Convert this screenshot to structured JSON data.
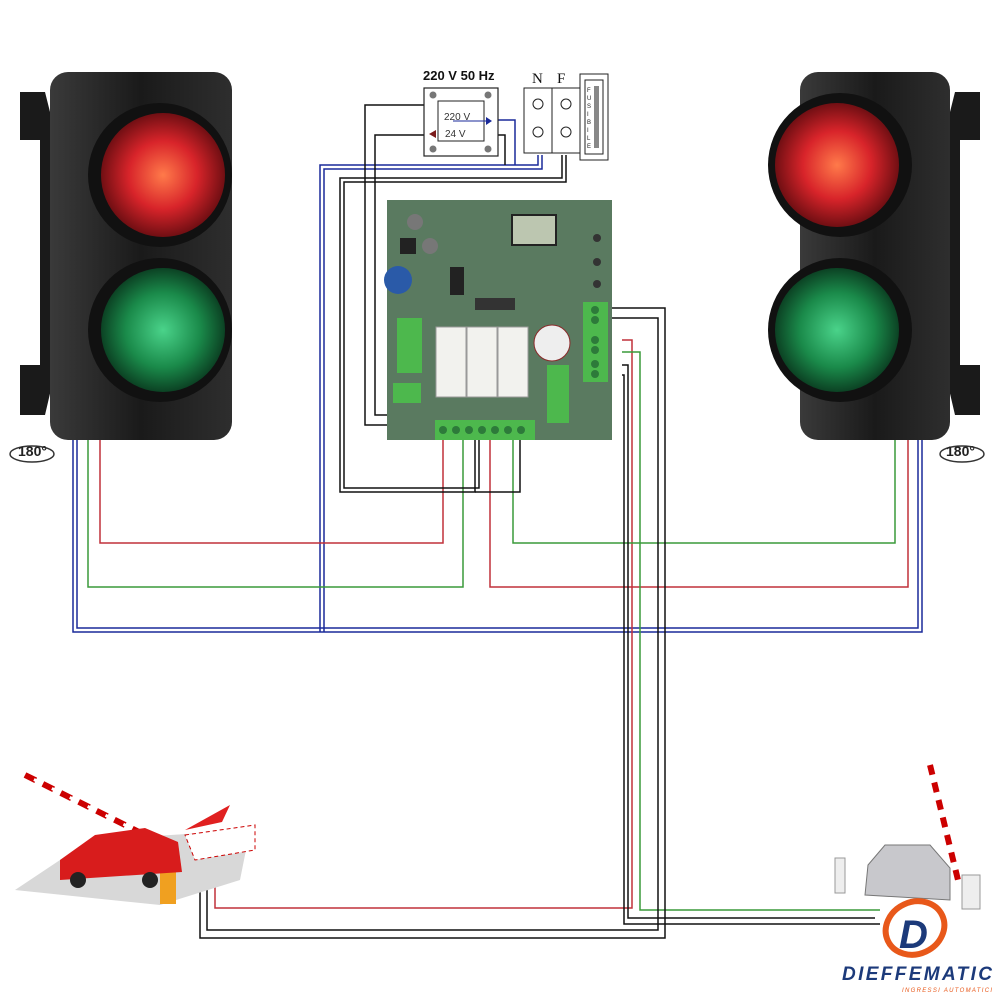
{
  "power": {
    "title": "220 V 50 Hz",
    "primary": "220 V",
    "secondary": "24 V"
  },
  "terminals": {
    "neutral": "N",
    "phase": "F",
    "fuse_letters": [
      "F",
      "U",
      "S",
      "I",
      "B",
      "I",
      "L",
      "E"
    ]
  },
  "rotation": {
    "left": "180°",
    "right": "180°"
  },
  "logo": {
    "name": "DIEFFEMATIC",
    "tagline": "INGRESSI AUTOMATICI",
    "mark": "D"
  },
  "colors": {
    "red_wire": "#c0303a",
    "green_wire": "#3a9a3a",
    "blue_wire": "#1a2a9a",
    "black_wire": "#111111",
    "pcb": "#5a7a60",
    "terminal": "#4db84d",
    "brand_blue": "#1c3a7a",
    "brand_orange": "#e8581a"
  }
}
